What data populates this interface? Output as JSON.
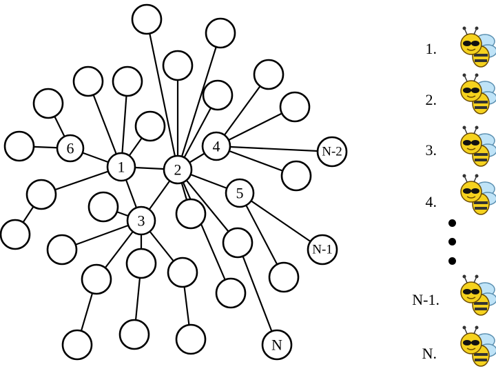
{
  "graph": {
    "nodes": [
      {
        "id": "n1",
        "label": "1"
      },
      {
        "id": "n2",
        "label": "2"
      },
      {
        "id": "n3",
        "label": "3"
      },
      {
        "id": "n4",
        "label": "4"
      },
      {
        "id": "n5",
        "label": "5"
      },
      {
        "id": "n6",
        "label": "6"
      },
      {
        "id": "nN2",
        "label": "N-2"
      },
      {
        "id": "nN1",
        "label": "N-1"
      },
      {
        "id": "nN",
        "label": "N"
      }
    ],
    "edges": [
      [
        "n1",
        "n2"
      ],
      [
        "n1",
        "n3"
      ],
      [
        "n1",
        "n6"
      ],
      [
        "n2",
        "n3"
      ],
      [
        "n2",
        "n4"
      ],
      [
        "n2",
        "n5"
      ],
      [
        "n4",
        "nN2"
      ],
      [
        "n5",
        "nN1"
      ]
    ]
  },
  "legend": {
    "items": [
      {
        "label": "1.",
        "icon": "bee-icon"
      },
      {
        "label": "2.",
        "icon": "bee-icon"
      },
      {
        "label": "3.",
        "icon": "bee-icon"
      },
      {
        "label": "4.",
        "icon": "bee-icon"
      },
      {
        "label": "N-1.",
        "icon": "bee-icon"
      },
      {
        "label": "N.",
        "icon": "bee-icon"
      }
    ],
    "ellipsis": "vertical-dots"
  },
  "colors": {
    "line": "#000000",
    "bee_body": "#f5d21e",
    "bee_wing": "#bfe3f7"
  }
}
